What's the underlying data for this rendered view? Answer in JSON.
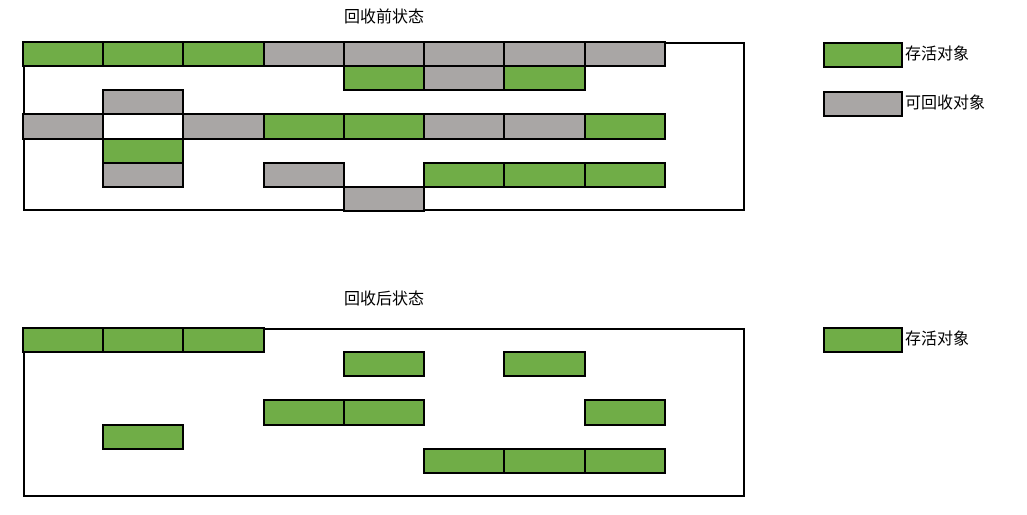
{
  "colors": {
    "live": "#70ad47",
    "reclaimable": "#a9a6a5",
    "border": "#000000",
    "background": "#ffffff"
  },
  "grid": {
    "columns": 9,
    "rows": 7,
    "col_width": 80.222,
    "row_height": 24.143
  },
  "sections": {
    "before": {
      "title": "回收前状态",
      "legend": [
        {
          "type": "live",
          "label": "存活对象"
        },
        {
          "type": "reclaimable",
          "label": "可回收对象"
        }
      ],
      "blocks": [
        {
          "row": 0,
          "col": 0,
          "type": "live"
        },
        {
          "row": 0,
          "col": 1,
          "type": "live"
        },
        {
          "row": 0,
          "col": 2,
          "type": "live"
        },
        {
          "row": 0,
          "col": 3,
          "type": "reclaimable"
        },
        {
          "row": 0,
          "col": 4,
          "type": "reclaimable"
        },
        {
          "row": 0,
          "col": 5,
          "type": "reclaimable"
        },
        {
          "row": 0,
          "col": 6,
          "type": "reclaimable"
        },
        {
          "row": 0,
          "col": 7,
          "type": "reclaimable"
        },
        {
          "row": 1,
          "col": 4,
          "type": "live"
        },
        {
          "row": 1,
          "col": 5,
          "type": "reclaimable"
        },
        {
          "row": 1,
          "col": 6,
          "type": "live"
        },
        {
          "row": 2,
          "col": 1,
          "type": "reclaimable"
        },
        {
          "row": 3,
          "col": 0,
          "type": "reclaimable"
        },
        {
          "row": 3,
          "col": 2,
          "type": "reclaimable"
        },
        {
          "row": 3,
          "col": 3,
          "type": "live"
        },
        {
          "row": 3,
          "col": 4,
          "type": "live"
        },
        {
          "row": 3,
          "col": 5,
          "type": "reclaimable"
        },
        {
          "row": 3,
          "col": 6,
          "type": "reclaimable"
        },
        {
          "row": 3,
          "col": 7,
          "type": "live"
        },
        {
          "row": 4,
          "col": 1,
          "type": "live"
        },
        {
          "row": 5,
          "col": 1,
          "type": "reclaimable"
        },
        {
          "row": 5,
          "col": 3,
          "type": "reclaimable"
        },
        {
          "row": 5,
          "col": 5,
          "type": "live"
        },
        {
          "row": 5,
          "col": 6,
          "type": "live"
        },
        {
          "row": 5,
          "col": 7,
          "type": "live"
        },
        {
          "row": 6,
          "col": 4,
          "type": "reclaimable"
        }
      ]
    },
    "after": {
      "title": "回收后状态",
      "legend": [
        {
          "type": "live",
          "label": "存活对象"
        }
      ],
      "blocks": [
        {
          "row": 0,
          "col": 0,
          "type": "live"
        },
        {
          "row": 0,
          "col": 1,
          "type": "live"
        },
        {
          "row": 0,
          "col": 2,
          "type": "live"
        },
        {
          "row": 1,
          "col": 4,
          "type": "live"
        },
        {
          "row": 1,
          "col": 6,
          "type": "live"
        },
        {
          "row": 3,
          "col": 3,
          "type": "live"
        },
        {
          "row": 3,
          "col": 4,
          "type": "live"
        },
        {
          "row": 3,
          "col": 7,
          "type": "live"
        },
        {
          "row": 4,
          "col": 1,
          "type": "live"
        },
        {
          "row": 5,
          "col": 5,
          "type": "live"
        },
        {
          "row": 5,
          "col": 6,
          "type": "live"
        },
        {
          "row": 5,
          "col": 7,
          "type": "live"
        }
      ]
    }
  }
}
